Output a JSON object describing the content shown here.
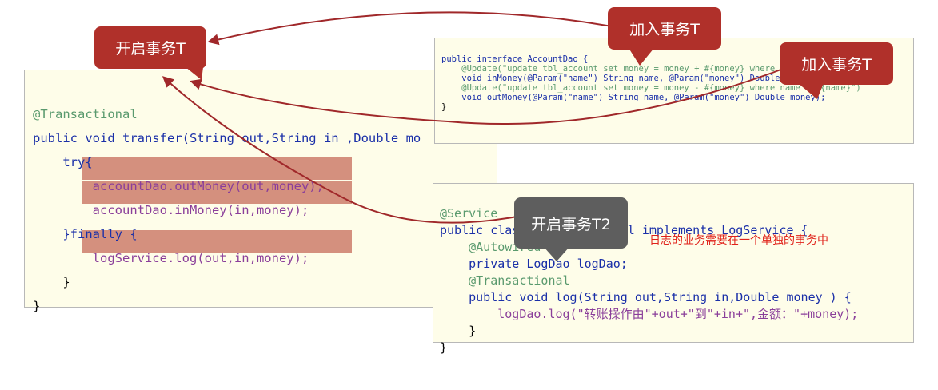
{
  "left_code": {
    "lines": [
      "@Transactional",
      "public void transfer(String out,String in ,Double mo",
      "    try{",
      "        accountDao.outMoney(out,money);",
      "        accountDao.inMoney(in,money);",
      "    }finally {",
      "        logService.log(out,in,money);",
      "    }",
      "}"
    ]
  },
  "account_dao_code": {
    "lines": [
      "public interface AccountDao {",
      "",
      "    @Update(\"update tbl_account set money = money + #{money} where name = #{name}\")",
      "    void inMoney(@Param(\"name\") String name, @Param(\"money\") Double money);",
      "",
      "    @Update(\"update tbl_account set money = money - #{money} where name = #{name}\")",
      "    void outMoney(@Param(\"name\") String name, @Param(\"money\") Double money);",
      "}"
    ]
  },
  "log_service_code": {
    "lines": [
      "@Service",
      "public class LogServiceImpl implements LogService {",
      "    @Autowired",
      "    private LogDao logDao;",
      "    @Transactional",
      "    public void log(String out,String in,Double money ) {",
      "        logDao.log(\"转账操作由\"+out+\"到\"+in+\",金额：\"+money);",
      "    }",
      "}"
    ]
  },
  "callouts": {
    "open_tx": "开启事务T",
    "join_tx_1": "加入事务T",
    "join_tx_2": "加入事务T",
    "open_tx_2": "开启事务T2"
  },
  "note": "日志的业务需要在一个单独的事务中",
  "colors": {
    "callout_red": "#b0302a",
    "callout_gray": "#5e5e5e",
    "arrow": "#a0282a",
    "highlight": "#d4907e",
    "panel_bg": "#fefde9",
    "note_text": "#e0221a"
  }
}
